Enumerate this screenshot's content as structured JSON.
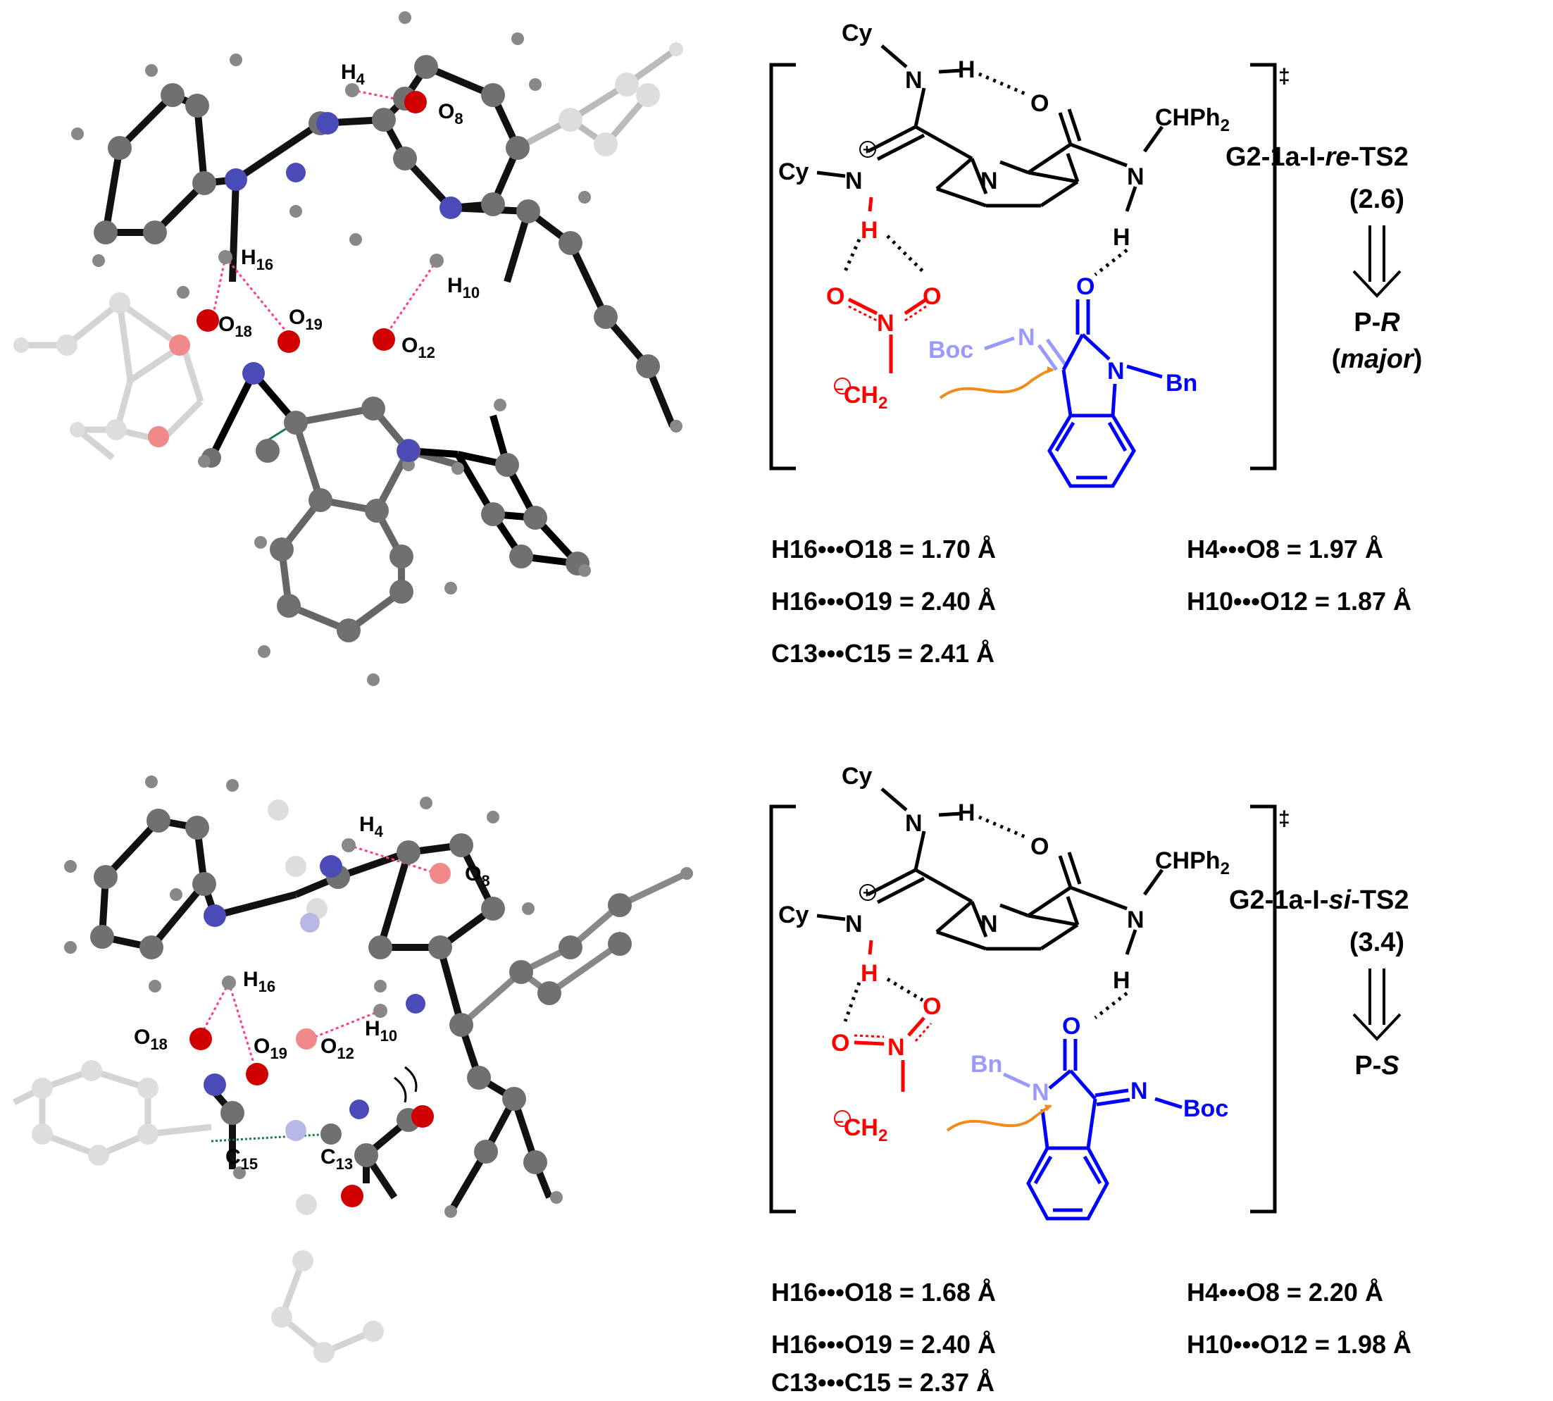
{
  "panels": [
    {
      "model_labels": {
        "h4": "H",
        "h4_sub": "4",
        "o8": "O",
        "o8_sub": "8",
        "h16": "H",
        "h16_sub": "16",
        "o18": "O",
        "o18_sub": "18",
        "o19": "O",
        "o19_sub": "19",
        "o12": "O",
        "o12_sub": "12",
        "h10": "H",
        "h10_sub": "10"
      },
      "scheme": {
        "cy_top": "Cy",
        "n_top": "N",
        "h_top": "H",
        "o_amide": "O",
        "chph2": "CHPh",
        "chph2_sub": "2",
        "cy_left": "Cy",
        "n_plus": "N",
        "n_ring": "N",
        "n_amide": "N",
        "h_amide": "H",
        "h_red": "H",
        "o_left": "O",
        "n_nitro": "N",
        "o_right": "O",
        "ch2": "CH",
        "ch2_sub": "2",
        "boc": "Boc",
        "n_imine": "N",
        "o_blue": "O",
        "n_blue": "N",
        "bn": "Bn",
        "dagger": "‡",
        "plus": "+",
        "minus": "−"
      },
      "ts": {
        "name_pre": "G2-1a-I-",
        "name_em": "re",
        "name_post": "-TS2",
        "energy": "(2.6)",
        "product_pre": "P-",
        "product_em": "R",
        "note_pre": "(",
        "note_em": "major",
        "note_post": ")"
      },
      "distances": {
        "left": [
          "H16•••O18 = 1.70 Å",
          "H16•••O19 = 2.40 Å",
          "C13•••C15 = 2.41 Å"
        ],
        "right": [
          "H4•••O8 = 1.97 Å",
          "H10•••O12 = 1.87 Å"
        ]
      }
    },
    {
      "model_labels": {
        "h4": "H",
        "h4_sub": "4",
        "o8": "O",
        "o8_sub": "8",
        "h16": "H",
        "h16_sub": "16",
        "o18": "O",
        "o18_sub": "18",
        "o19": "O",
        "o19_sub": "19",
        "o12": "O",
        "o12_sub": "12",
        "h10": "H",
        "h10_sub": "10",
        "c15": "C",
        "c15_sub": "15",
        "c13": "C",
        "c13_sub": "13"
      },
      "scheme": {
        "cy_top": "Cy",
        "n_top": "N",
        "h_top": "H",
        "o_amide": "O",
        "chph2": "CHPh",
        "chph2_sub": "2",
        "cy_left": "Cy",
        "n_plus": "N",
        "n_ring": "N",
        "n_amide": "N",
        "h_amide": "H",
        "h_red": "H",
        "o_left": "O",
        "n_nitro": "N",
        "o_right": "O",
        "ch2": "CH",
        "ch2_sub": "2",
        "bn": "Bn",
        "n_light": "N",
        "o_blue": "O",
        "n_imine": "N",
        "boc": "Boc",
        "dagger": "‡",
        "plus": "+",
        "minus": "−"
      },
      "ts": {
        "name_pre": "G2-1a-I-",
        "name_em": "si",
        "name_post": "-TS2",
        "energy": "(3.4)",
        "product_pre": "P-",
        "product_em": "S"
      },
      "distances": {
        "left": [
          "H16•••O18 = 1.68 Å",
          "H16•••O19 = 2.40 Å",
          "C13•••C15 = 2.37 Å"
        ],
        "right": [
          "H4•••O8 = 2.20 Å",
          "H10•••O12 = 1.98 Å"
        ]
      }
    }
  ]
}
